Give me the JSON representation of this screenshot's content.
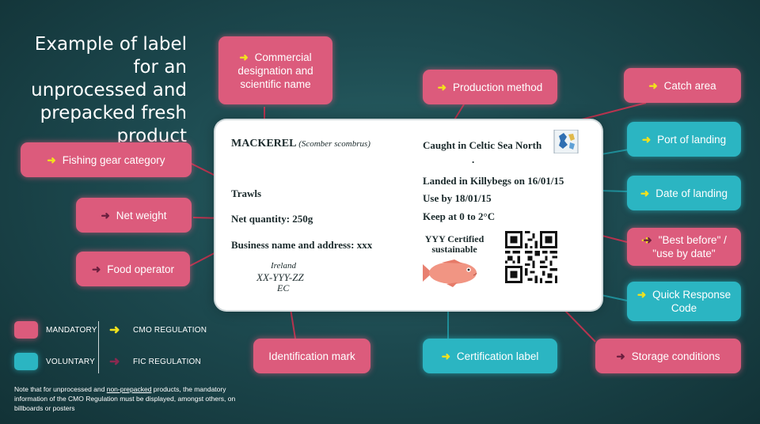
{
  "title": "Example of label for an unprocessed and prepacked fresh product",
  "label": {
    "species": "MACKEREL",
    "scientific": "(Scomber scombrus)",
    "gear": "Trawls",
    "net_quantity": "Net quantity: 250g",
    "business": "Business name and address:  xxx",
    "id_country": "Ireland",
    "id_code": "XX-YYY-ZZ",
    "id_ec": "EC",
    "caught": "Caught in Celtic Sea North",
    "dot": ".",
    "landed": "Landed in Killybegs on 16/01/15",
    "use_by": "Use by 18/01/15",
    "keep": "Keep at 0 to 2°C",
    "cert": "YYY Certified sustainable"
  },
  "tags": {
    "commercial": "Commercial designation and scientific name",
    "production": "Production method",
    "catch_area": "Catch area",
    "port": "Port of landing",
    "gear": "Fishing gear category",
    "date_landing": "Date of landing",
    "net_weight": "Net weight",
    "best_before": "\"Best before\" / \"use by date\"",
    "food_operator": "Food operator",
    "qr": "Quick Response Code",
    "identification": "Identification mark",
    "certification": "Certification label",
    "storage": "Storage conditions"
  },
  "legend": {
    "mandatory": "MANDATORY",
    "voluntary": "VOLUNTARY",
    "cmo": "CMO REGULATION",
    "fic": "FIC REGULATION"
  },
  "note": {
    "before": "Note that for unprocessed and ",
    "underlined": "non-prepacked",
    "after": " products, the mandatory information of the CMO Regulation must be displayed, amongst others, on billboards or posters"
  },
  "colors": {
    "mandatory": "#dc5b7c",
    "voluntary": "#2bb5c2",
    "cmo_arrow": "#f3e21c",
    "fic_arrow": "#6a1f3e"
  }
}
